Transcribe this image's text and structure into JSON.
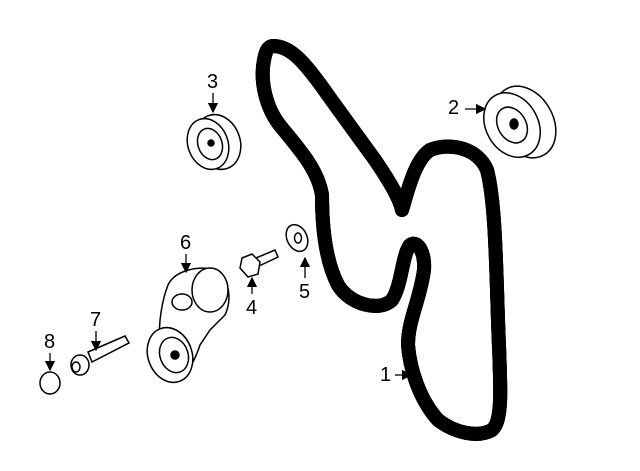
{
  "diagram": {
    "callouts": [
      {
        "number": "1",
        "part": "belt"
      },
      {
        "number": "2",
        "part": "idler-pulley"
      },
      {
        "number": "3",
        "part": "idler-pulley-small"
      },
      {
        "number": "4",
        "part": "bolt"
      },
      {
        "number": "5",
        "part": "washer"
      },
      {
        "number": "6",
        "part": "belt-tensioner"
      },
      {
        "number": "7",
        "part": "tensioner-bolt"
      },
      {
        "number": "8",
        "part": "cap"
      }
    ]
  }
}
